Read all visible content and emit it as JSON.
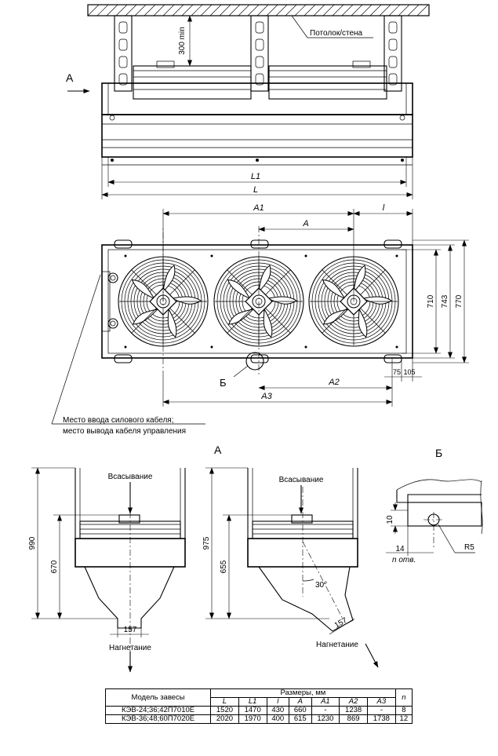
{
  "labels": {
    "view_a_arrow": "A",
    "ceiling_wall": "Потолок/стена",
    "clearance": "300 min",
    "dim_L1": "L1",
    "dim_L": "L",
    "dim_A1": "A1",
    "dim_A": "A",
    "dim_l": "l",
    "dim_710": "710",
    "dim_743": "743",
    "dim_770": "770",
    "dim_75": "75",
    "dim_105": "105",
    "dim_A2": "A2",
    "dim_A3": "A3",
    "detail_b_marker": "Б",
    "cable_note_1": "Место ввода силового кабеля;",
    "cable_note_2": "место вывода кабеля управления",
    "view_a_title": "А",
    "detail_b_title": "Б",
    "suction_left": "Всасывание",
    "suction_right": "Всасывание",
    "discharge_left": "Нагнетание",
    "discharge_right": "Нагнетание",
    "dim_990": "990",
    "dim_670": "670",
    "dim_975": "975",
    "dim_655": "655",
    "dim_157_left": "157",
    "dim_157_right": "157",
    "angle_30": "30°",
    "dim_10": "10",
    "dim_14": "14",
    "holes_label": "n отв.",
    "radius_r5": "R5"
  },
  "table": {
    "model_header": "Модель завесы",
    "sizes_header": "Размеры, мм",
    "n_header": "n",
    "columns": [
      "L",
      "L1",
      "l",
      "A",
      "A1",
      "A2",
      "A3"
    ],
    "rows": [
      {
        "model": "КЭВ-24;36;42П7010Е",
        "values": [
          "1520",
          "1470",
          "430",
          "660",
          "-",
          "1238",
          "-"
        ],
        "n": "8"
      },
      {
        "model": "КЭВ-36;48;60П7020Е",
        "values": [
          "2020",
          "1970",
          "400",
          "615",
          "1230",
          "869",
          "1738"
        ],
        "n": "12"
      }
    ]
  }
}
